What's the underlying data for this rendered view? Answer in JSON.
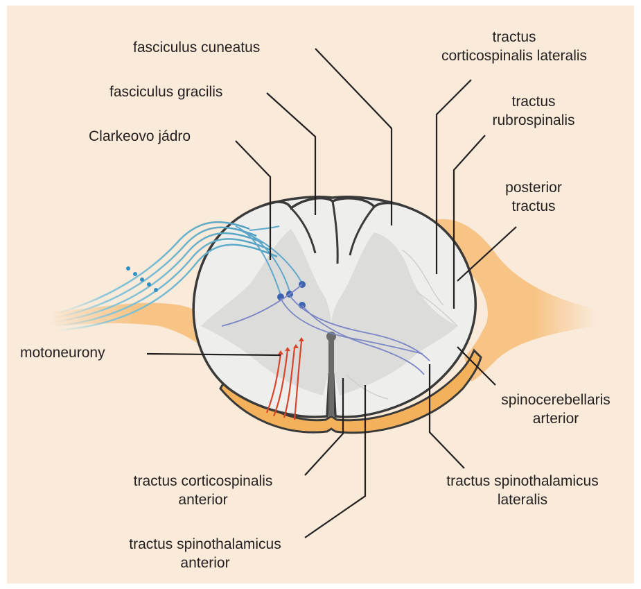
{
  "colors": {
    "background": "#f9ead9",
    "cord_fill": "#eeeeed",
    "grey_matter": "#dcdcdb",
    "outline": "#3a3a3a",
    "nerve_orange": "#f7c486",
    "sensory_blue": "#5fb1cf",
    "pathway_violet": "#7b86c4",
    "motor_red": "#d9452a",
    "leader_line": "#231f20"
  },
  "labels": {
    "fasciculus_cuneatus": "fasciculus cuneatus",
    "fasciculus_gracilis": "fasciculus gracilis",
    "clarkeovo_jadro": "Clarkeovo jádro",
    "motoneurony": "motoneurony",
    "tractus_corticospinalis_lateralis": [
      "tractus",
      "corticospinalis lateralis"
    ],
    "tractus_rubrospinalis": [
      "tractus",
      "rubrospinalis"
    ],
    "posterior_tractus": [
      "posterior",
      "tractus"
    ],
    "spinocerebellaris_arterior": [
      "spinocerebellaris",
      "arterior"
    ],
    "tractus_spinothalamicus_lateralis": [
      "tractus spinothalamicus",
      "lateralis"
    ],
    "tractus_corticospinalis_anterior": [
      "tractus corticospinalis",
      "anterior"
    ],
    "tractus_spinothalamicus_anterior": [
      "tractus spinothalamicus",
      "anterior"
    ]
  }
}
